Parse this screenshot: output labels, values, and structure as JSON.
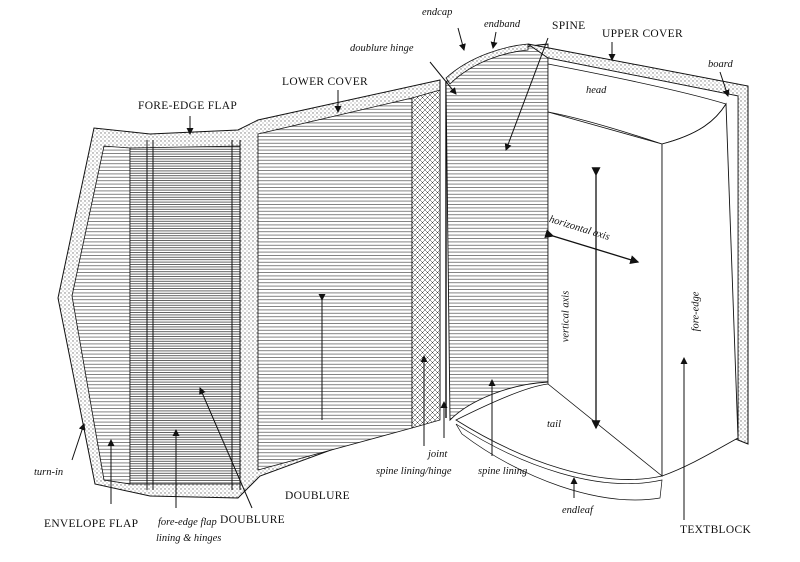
{
  "labels": {
    "endcap": "endcap",
    "endband": "endband",
    "spine": "SPINE",
    "upper_cover": "UPPER COVER",
    "board": "board",
    "doublure_hinge": "doublure hinge",
    "lower_cover": "LOWER COVER",
    "fore_edge_flap": "FORE-EDGE FLAP",
    "head": "head",
    "horizontal_axis": "horizontal axis",
    "vertical_axis": "vertical axis",
    "fore_edge": "fore-edge",
    "tail": "tail",
    "turn_in": "turn-in",
    "joint": "joint",
    "spine_lining_hinge": "spine lining/hinge",
    "spine_lining": "spine lining",
    "doublure_center": "DOUBLURE",
    "doublure_bottom": "DOUBLURE",
    "envelope_flap": "ENVELOPE FLAP",
    "fore_edge_flap_lining_1": "fore-edge flap",
    "fore_edge_flap_lining_2": "lining & hinges",
    "endleaf": "endleaf",
    "textblock": "TEXTBLOCK"
  },
  "colors": {
    "ink": "#111111",
    "stipple": "#9a9a9a",
    "paper": "#ffffff"
  }
}
